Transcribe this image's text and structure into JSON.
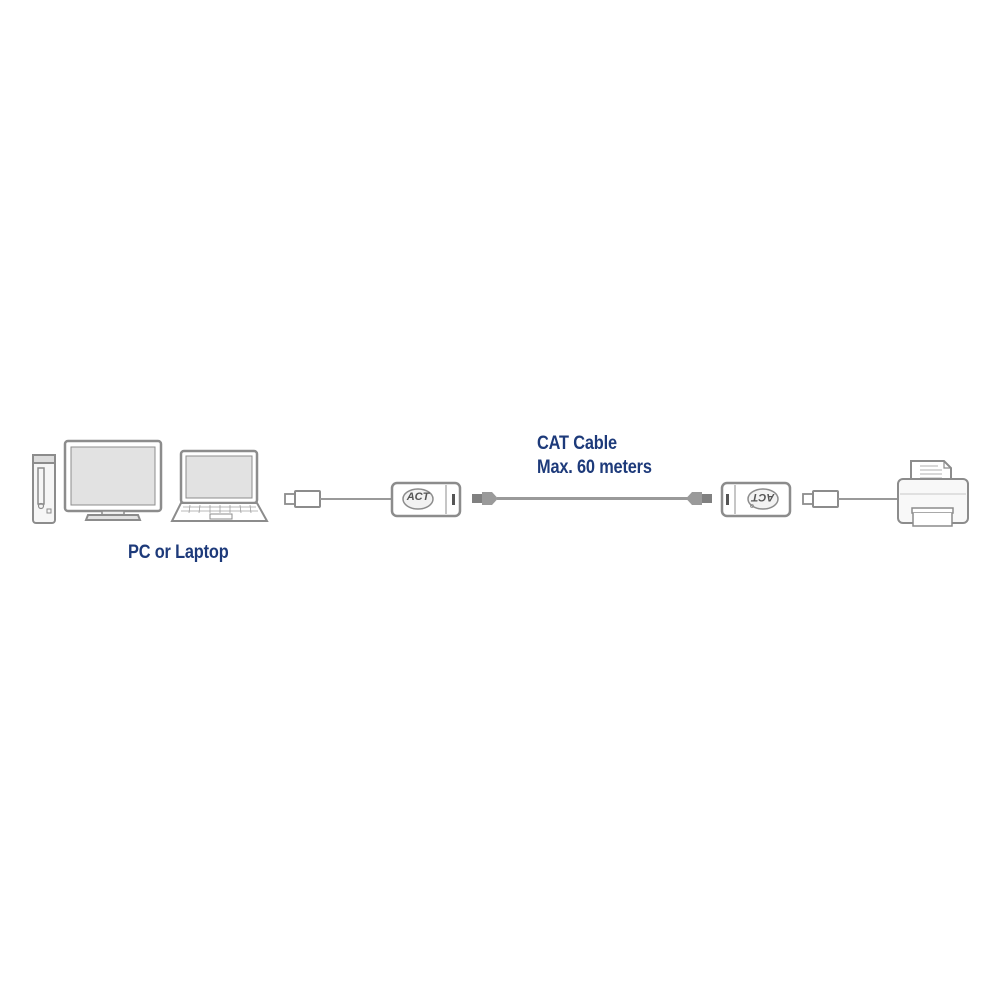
{
  "diagram": {
    "title": "USB over CAT extender connection diagram",
    "nodes": [
      {
        "id": "desktop-pc",
        "label": "Desktop PC (tower + monitor)"
      },
      {
        "id": "laptop",
        "label": "Laptop"
      },
      {
        "id": "usb-cable-left",
        "label": "USB-A plug"
      },
      {
        "id": "transmitter",
        "label": "ACT",
        "logo": "ACT"
      },
      {
        "id": "cat-cable",
        "label": "CAT Cable"
      },
      {
        "id": "receiver",
        "label": "ACT",
        "logo": "ACT"
      },
      {
        "id": "usb-cable-right",
        "label": "USB-A plug"
      },
      {
        "id": "printer",
        "label": "Printer"
      }
    ],
    "edges": [
      {
        "from": "usb-cable-left",
        "to": "transmitter"
      },
      {
        "from": "transmitter",
        "to": "cat-cable"
      },
      {
        "from": "cat-cable",
        "to": "receiver"
      },
      {
        "from": "receiver",
        "to": "usb-cable-right"
      },
      {
        "from": "usb-cable-right",
        "to": "printer"
      }
    ]
  },
  "labels": {
    "pc_or_laptop": "PC or Laptop",
    "cat_cable_line1": "CAT Cable",
    "cat_cable_line2": "Max. 60 meters"
  },
  "logos": {
    "left_extender": "ACT",
    "right_extender": "ACT"
  },
  "colors": {
    "label_text": "#1d3a7a",
    "device_outline": "#8c8c8c",
    "device_fill": "#e2e2e2",
    "cable": "#9a9a9a"
  }
}
